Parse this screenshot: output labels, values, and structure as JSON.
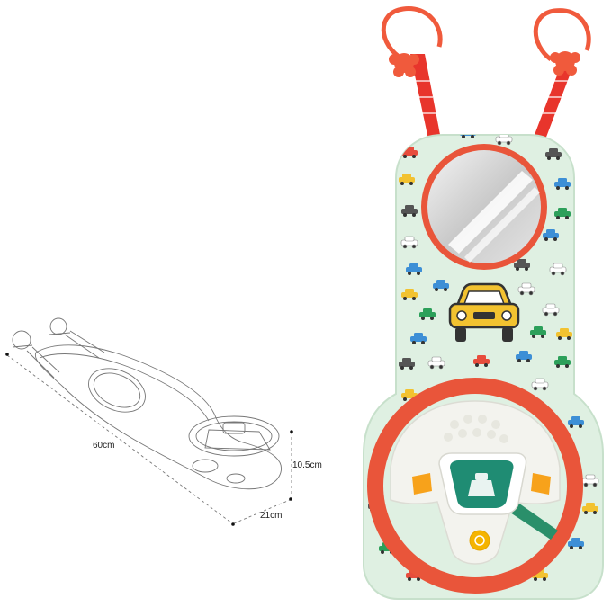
{
  "dimensions": {
    "length": "60cm",
    "height": "10.5cm",
    "width": "21cm"
  },
  "colors": {
    "background": "#ffffff",
    "fabric": "#dff0e2",
    "fabric_edge": "#c7e0cb",
    "strap": "#e8352c",
    "ring": "#f05a3c",
    "wheel_rim": "#e9553a",
    "wheel_body": "#f3f3ee",
    "hub": "#1f8c73",
    "horn_button": "#f5b400",
    "side_button": "#f7a21b",
    "lever": "#2a8f6a",
    "mirror_frame": "#e9553a",
    "car_icon": "#f2c230",
    "line_art": "#777777"
  },
  "icons": {
    "car": "car-icon",
    "horn": "horn-icon",
    "mirror": "mirror-icon"
  }
}
